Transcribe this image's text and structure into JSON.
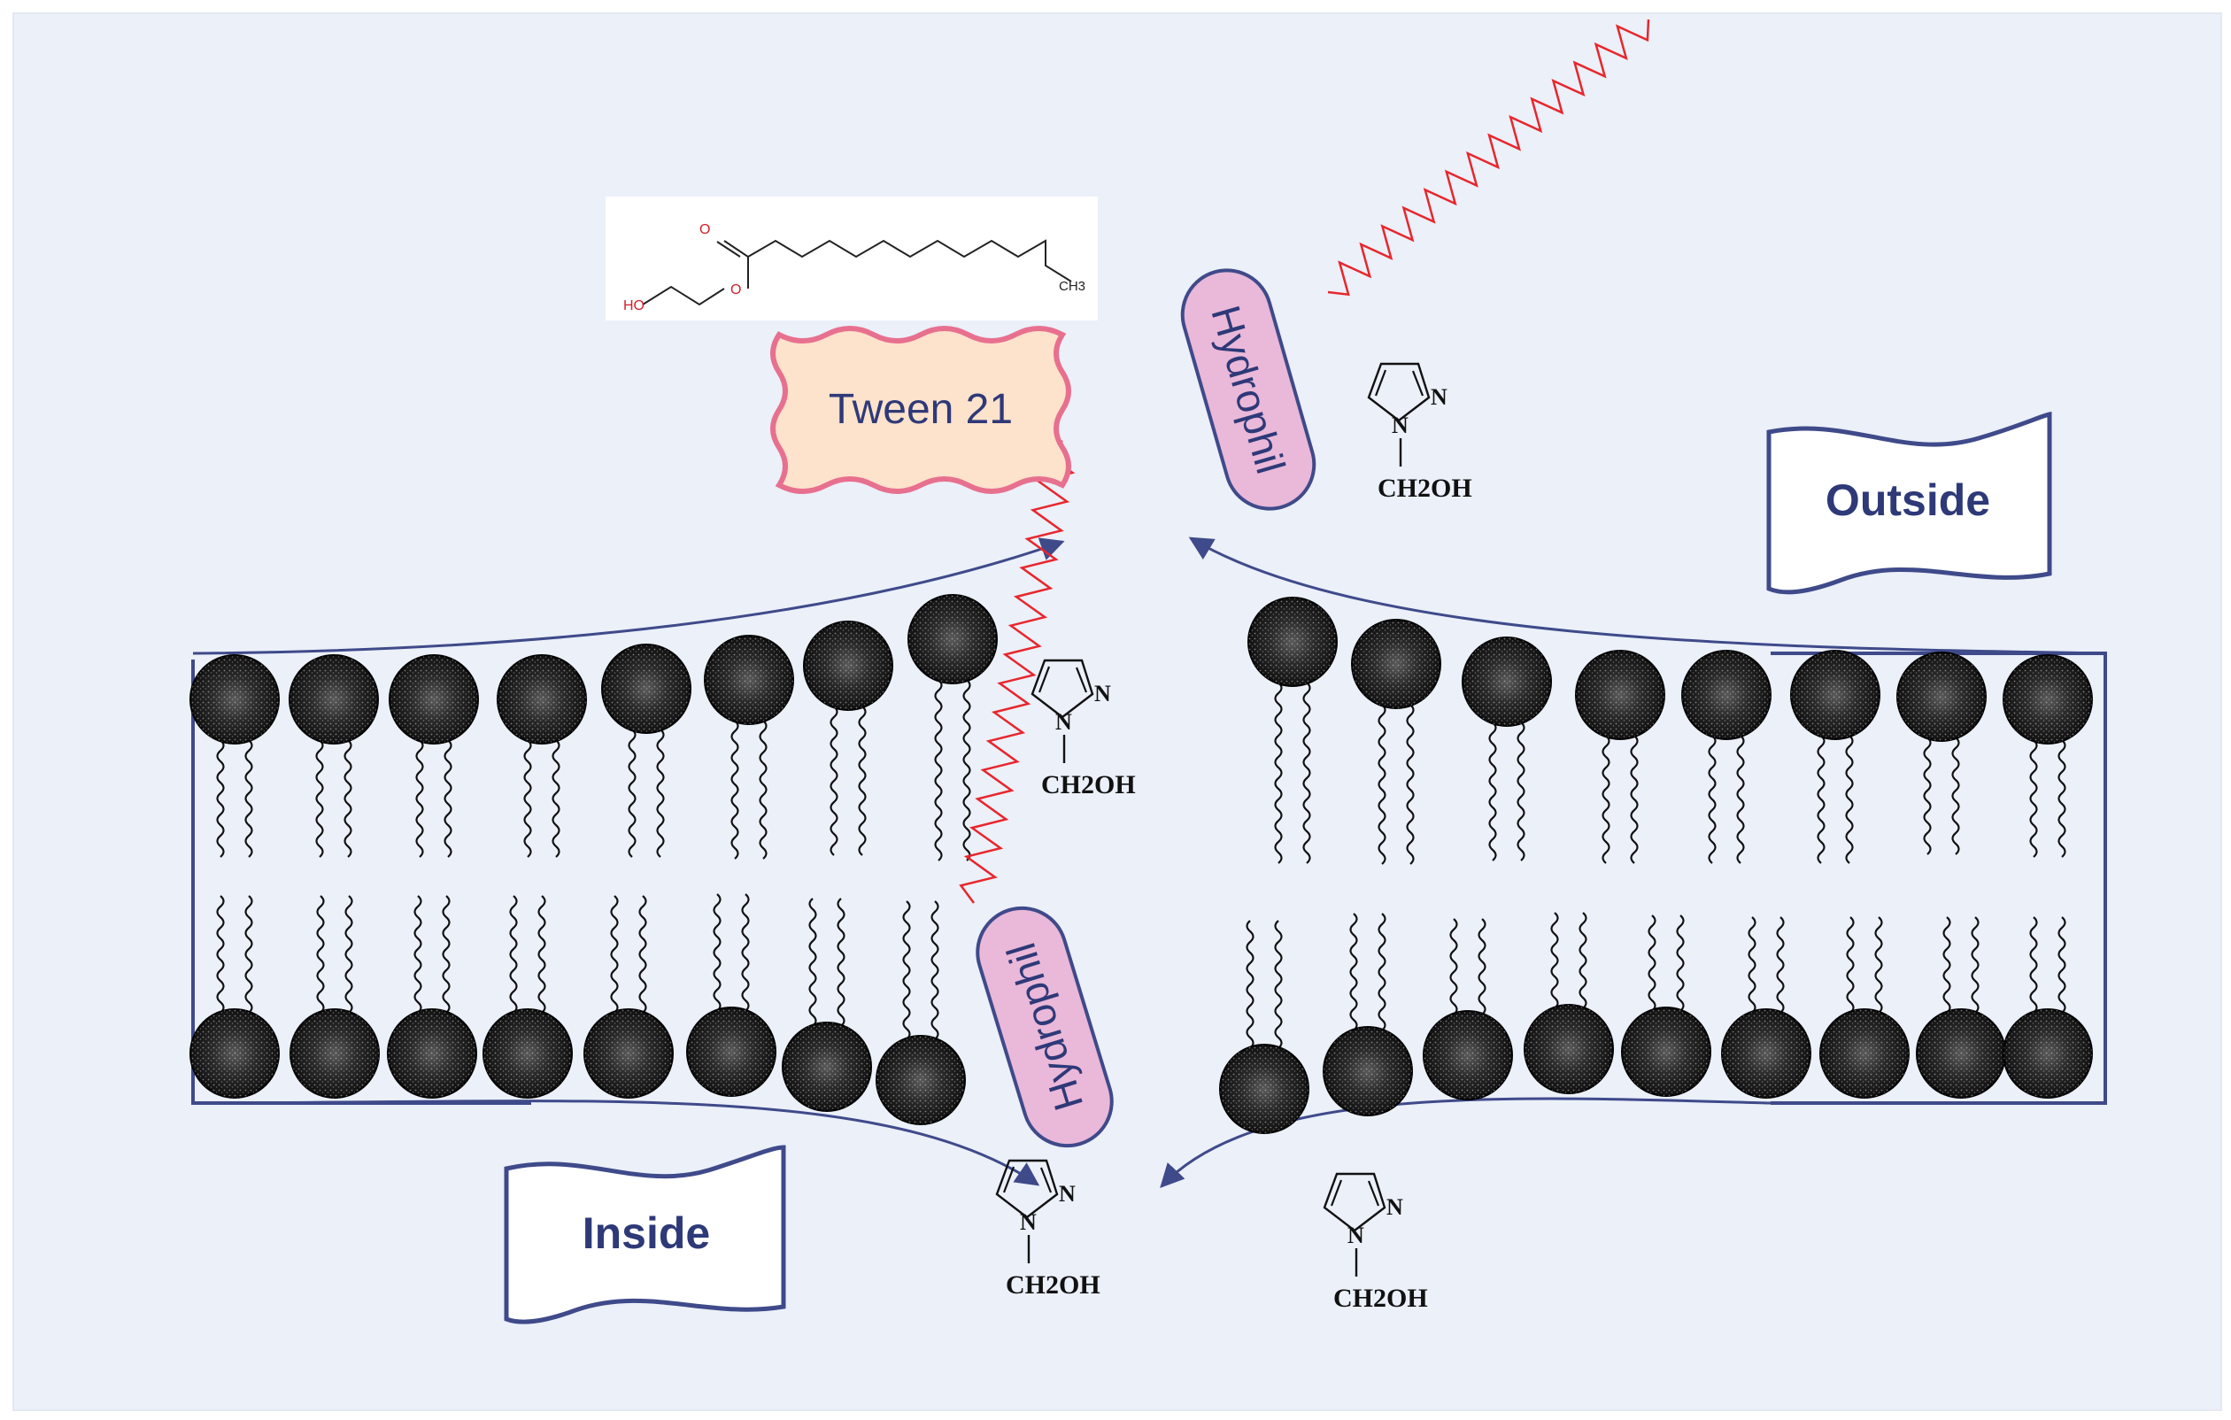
{
  "labels": {
    "surfactant": "Tween 21",
    "hydrophil": "Hydrophil",
    "outside": "Outside",
    "inside": "Inside"
  },
  "structure_labels": {
    "carbonyl_o": "O",
    "ester_o": "O",
    "hydroxyl": "HO",
    "methyl": "CH3"
  },
  "molecule_labels": {
    "ring_n1": "N",
    "ring_n2": "N",
    "hydroxymethyl": "CH2OH"
  },
  "colors": {
    "background": "#EBF0F9",
    "membrane_outline": "#3F4A8A",
    "arrow": "#3F4A8A",
    "hydrophil_fill": "#EAB8D9",
    "hydrophil_stroke": "#3F4A8A",
    "tween_fill": "#FDE2CC",
    "tween_stroke": "#E8708F",
    "tail_chain": "#E8262C",
    "label_text": "#2E3978",
    "lipid_head": "#1A1A1A",
    "lipid_tail": "#111111"
  },
  "icons": [
    "lipid-head-icon",
    "pyrazole-molecule-icon",
    "wave-banner-icon",
    "arrow-icon"
  ]
}
